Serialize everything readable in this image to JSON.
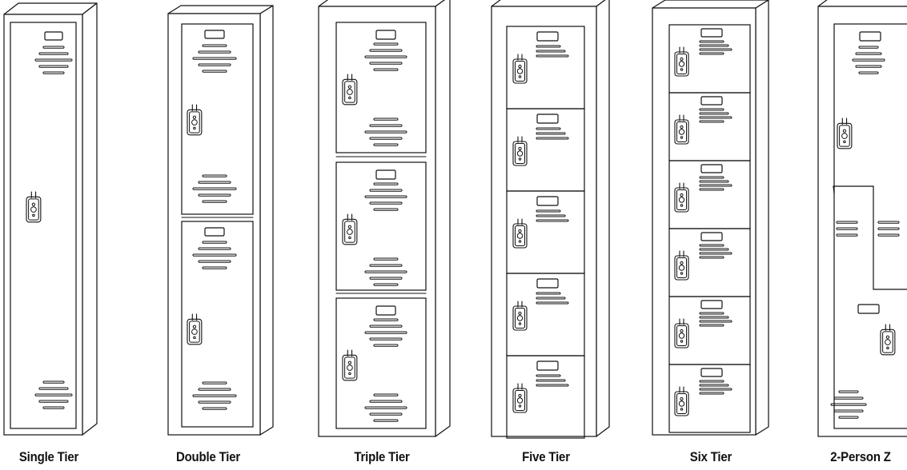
{
  "colors": {
    "stroke": "#111111",
    "fill": "#ffffff",
    "text": "#111111"
  },
  "lockers": [
    {
      "label": "Single Tier",
      "tiers": 1
    },
    {
      "label": "Double Tier",
      "tiers": 2
    },
    {
      "label": "Triple Tier",
      "tiers": 3
    },
    {
      "label": "Five Tier",
      "tiers": 5
    },
    {
      "label": "Six Tier",
      "tiers": 6
    },
    {
      "label": "2-Person Z",
      "tiers": 2,
      "style": "z-shaped"
    }
  ]
}
